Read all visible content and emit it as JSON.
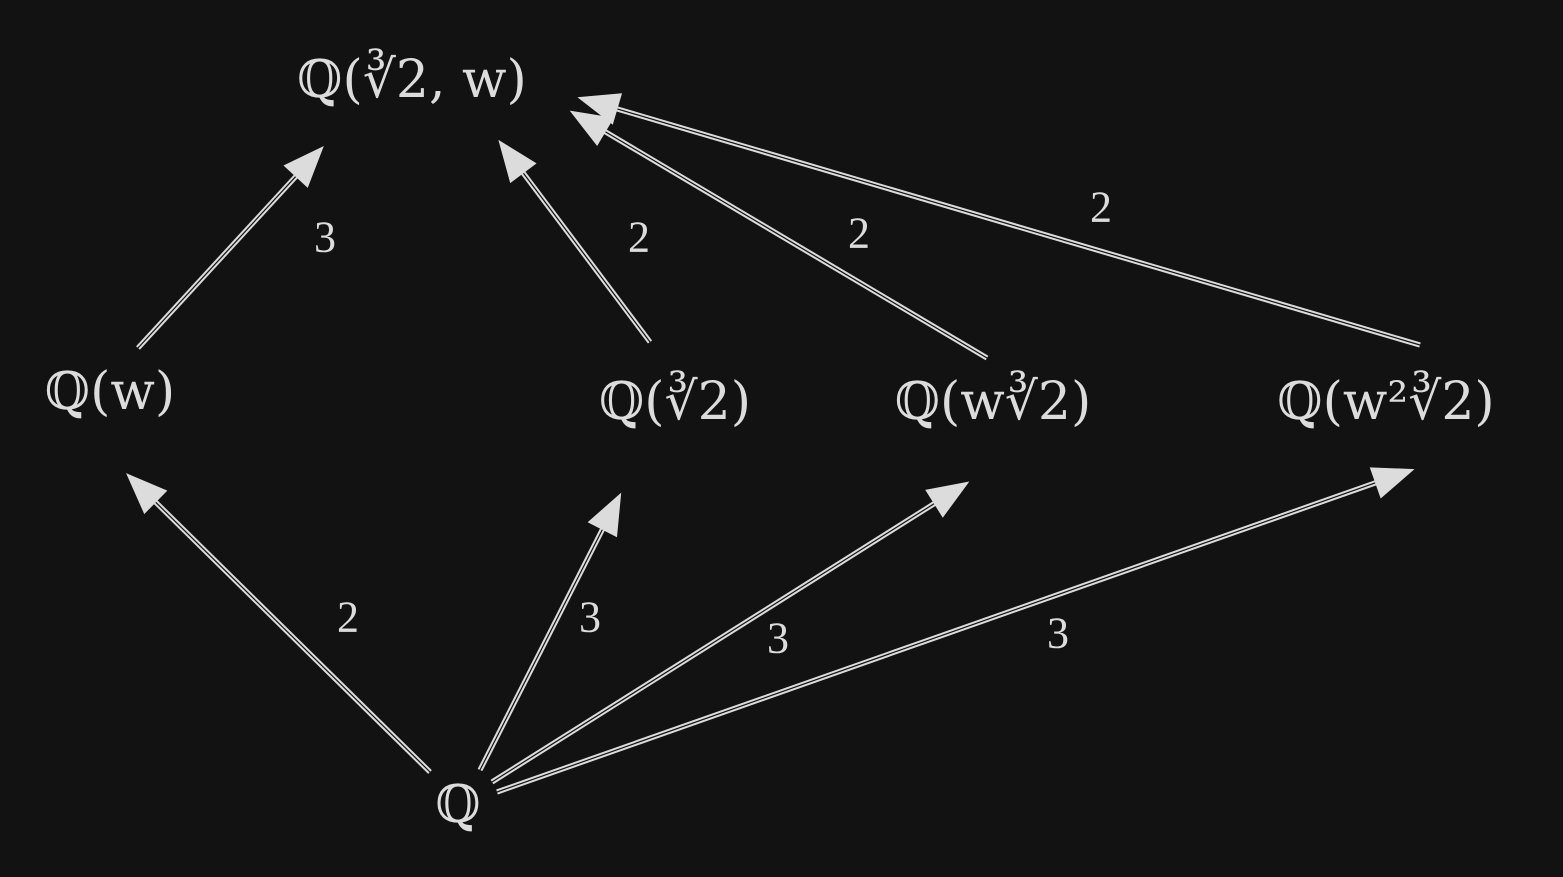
{
  "diagram": {
    "colors": {
      "background": "#121212",
      "foreground": "#dcdcdc"
    },
    "nodes": [
      {
        "id": "top",
        "label": "ℚ(∛2, w)"
      },
      {
        "id": "qw",
        "label": "ℚ(w)"
      },
      {
        "id": "qc",
        "label": "ℚ(∛2)"
      },
      {
        "id": "qwc",
        "label": "ℚ(w∛2)"
      },
      {
        "id": "qw2c",
        "label": "ℚ(w²∛2)"
      },
      {
        "id": "q",
        "label": "ℚ"
      }
    ],
    "edges": [
      {
        "from": "qw",
        "to": "top",
        "label": "3"
      },
      {
        "from": "qc",
        "to": "top",
        "label": "2"
      },
      {
        "from": "qwc",
        "to": "top",
        "label": "2"
      },
      {
        "from": "qw2c",
        "to": "top",
        "label": "2"
      },
      {
        "from": "q",
        "to": "qw",
        "label": "2"
      },
      {
        "from": "q",
        "to": "qc",
        "label": "3"
      },
      {
        "from": "q",
        "to": "qwc",
        "label": "3"
      },
      {
        "from": "q",
        "to": "qw2c",
        "label": "3"
      }
    ]
  }
}
